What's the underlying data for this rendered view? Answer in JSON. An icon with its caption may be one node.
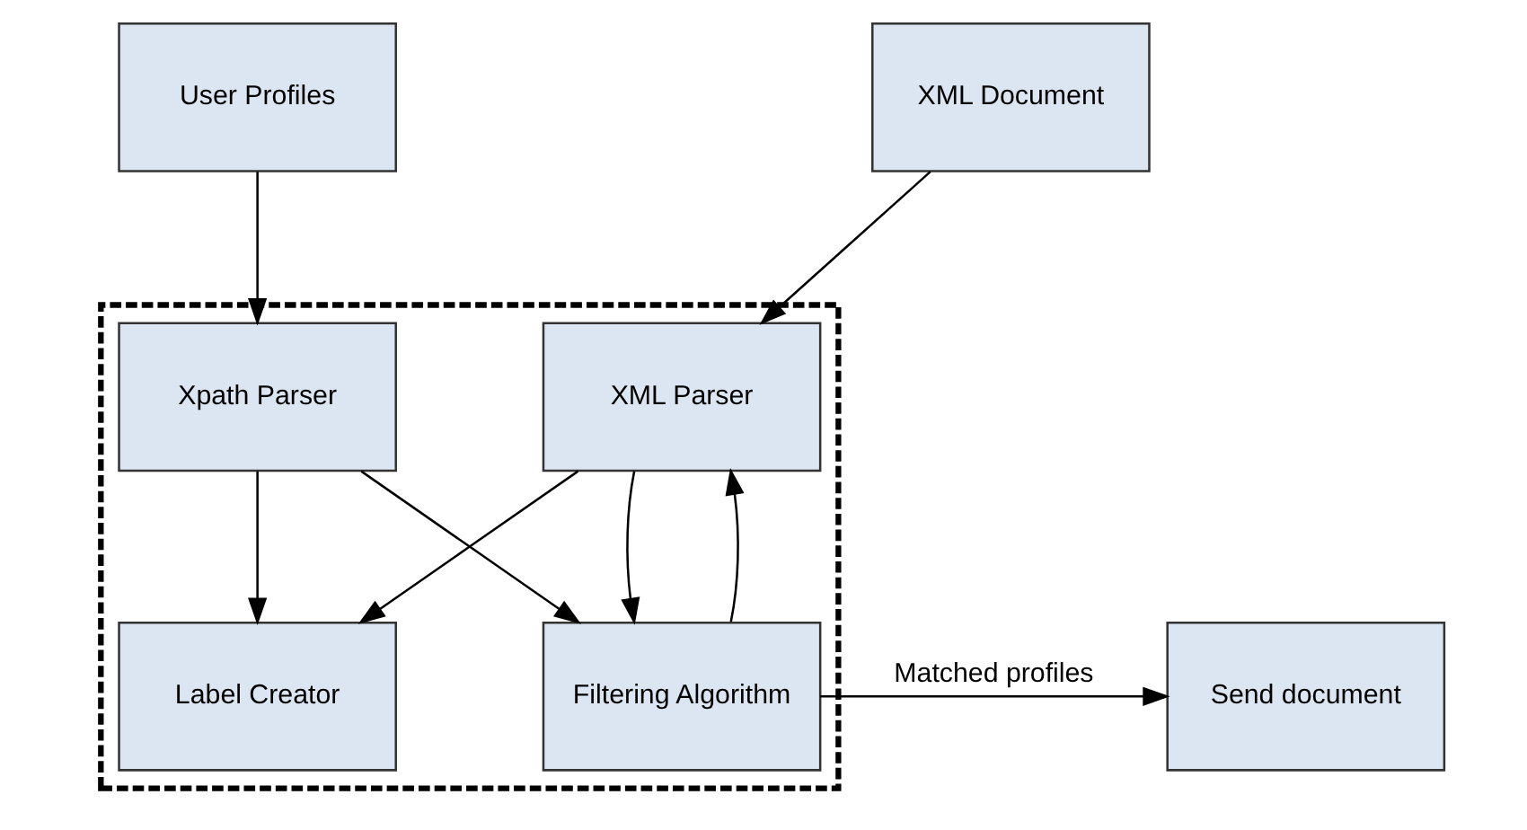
{
  "diagram": {
    "nodes": [
      {
        "text": [
          "User Profiles"
        ]
      },
      {
        "text": [
          "XML Document"
        ]
      },
      {
        "text": [],
        "shape": "box"
      },
      {
        "text": [
          "Xpath Parser"
        ],
        "in": 2
      },
      {
        "text": [
          "XML Parser"
        ],
        "in": 2
      },
      {
        "text": [
          "Label Creator"
        ],
        "in": 2
      },
      {
        "text": [
          "Filtering Algorithm"
        ],
        "in": 2
      },
      {
        "text": [
          "Send document"
        ]
      }
    ],
    "edges": [
      {
        "from": 0,
        "to": 3,
        "arrow": "to"
      },
      {
        "from": 1,
        "to": 4,
        "arrow": "to"
      },
      {
        "from": 3,
        "to": 5,
        "arrow": "to"
      },
      {
        "from": 3,
        "to": 6,
        "arrow": "to"
      },
      {
        "from": 4,
        "to": 5,
        "arrow": "to"
      },
      {
        "from": 6,
        "to": 4,
        "arrow": "to"
      },
      {
        "from": 4,
        "to": 6,
        "arrow": "to"
      },
      {
        "from": 6,
        "to": 7,
        "label": "Matched profiles",
        "arrow": "to"
      }
    ]
  }
}
